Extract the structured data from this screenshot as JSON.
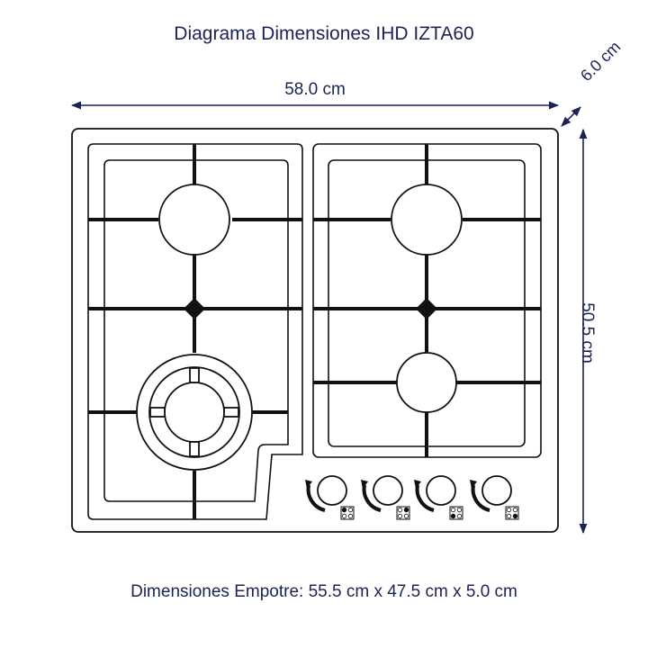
{
  "title": "Diagrama Dimensiones IHD IZTA60",
  "dimensions": {
    "width": "58.0 cm",
    "depth": "6.0 cm",
    "height": "50.5 cm"
  },
  "cutout": "Dimensiones Empotre: 55.5 cm  x 47.5 cm x 5.0 cm",
  "colors": {
    "arrow": "#1b2355",
    "text": "#1b2355",
    "outline": "#111111"
  }
}
